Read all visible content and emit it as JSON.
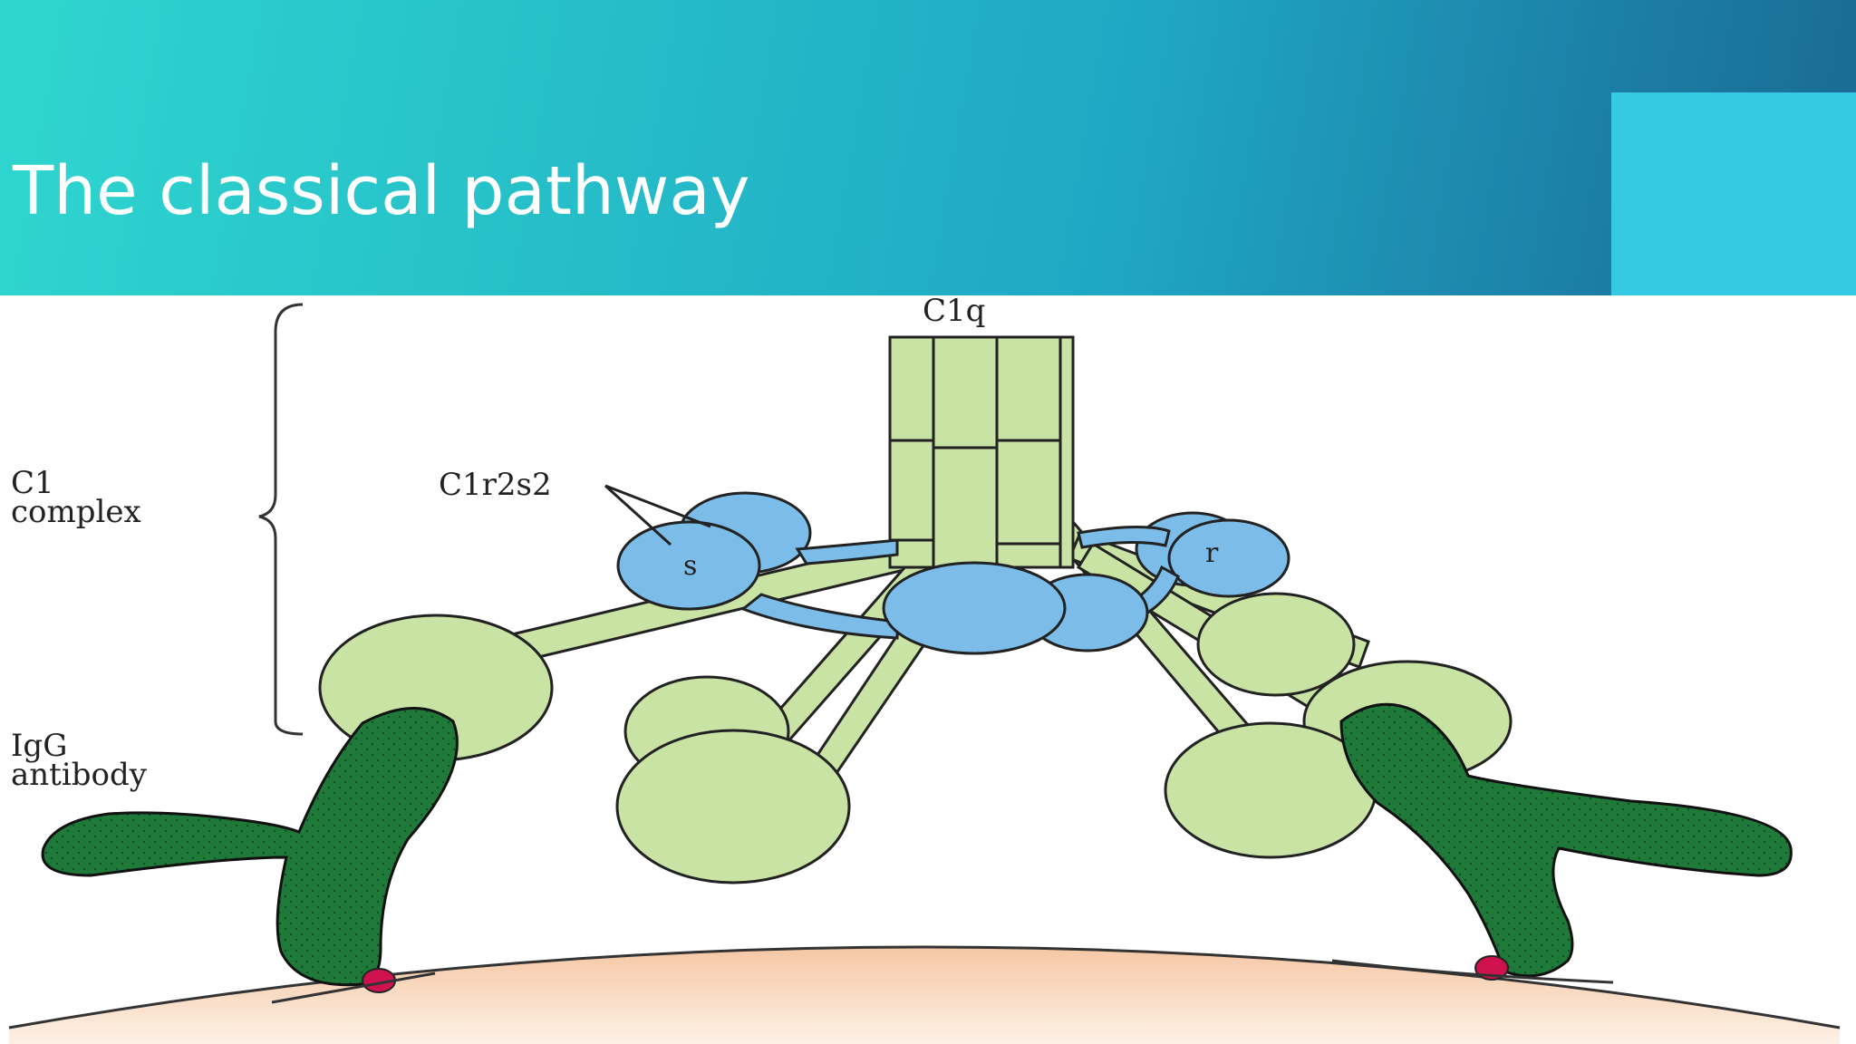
{
  "slide": {
    "title": "The classical pathway"
  },
  "diagram": {
    "labels": {
      "c1q": "C1q",
      "c1r2s2": "C1r2s2",
      "c1_line1": "C1",
      "c1_line2": "complex",
      "igg_line1": "IgG",
      "igg_line2": "antibody",
      "s": "s",
      "r": "r"
    }
  },
  "colors": {
    "header_start": "#2fd6cf",
    "header_end": "#1a6a92",
    "accent": "#36c9e4",
    "c1q_green": "#c9e3a4",
    "c1rs_blue": "#7bbde8",
    "antibody_green": "#1f7a3a",
    "antigen_red": "#d0114f",
    "membrane": "#f7cfb0"
  }
}
